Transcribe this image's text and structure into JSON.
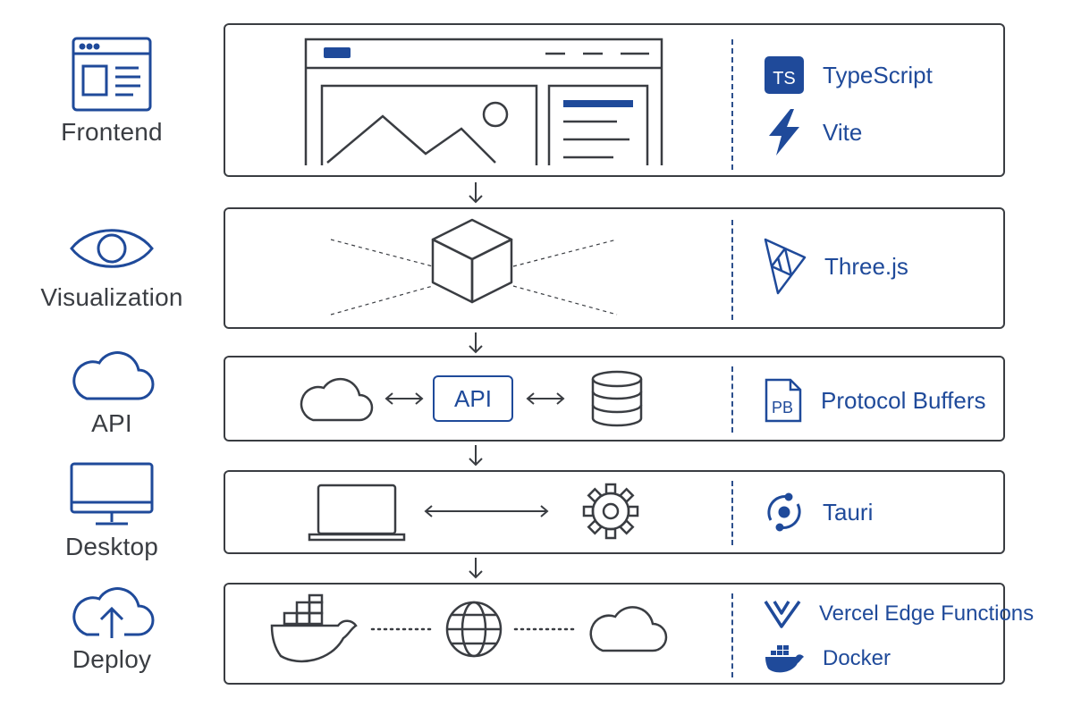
{
  "layers": {
    "frontend": {
      "label": "Frontend",
      "techs": [
        {
          "name": "TypeScript",
          "badge": "TS",
          "icon": "typescript-logo-icon"
        },
        {
          "name": "Vite",
          "icon": "lightning-bolt-icon"
        }
      ]
    },
    "visualization": {
      "label": "Visualization",
      "techs": [
        {
          "name": "Three.js",
          "icon": "threejs-logo-icon"
        }
      ]
    },
    "api": {
      "label": "API",
      "center_label": "API",
      "techs": [
        {
          "name": "Protocol Buffers",
          "badge": "PB",
          "icon": "protobuf-file-icon"
        }
      ]
    },
    "desktop": {
      "label": "Desktop",
      "techs": [
        {
          "name": "Tauri",
          "icon": "tauri-logo-icon"
        }
      ]
    },
    "deploy": {
      "label": "Deploy",
      "techs": [
        {
          "name": "Vercel Edge Functions",
          "icon": "vercel-logo-icon"
        },
        {
          "name": "Docker",
          "icon": "docker-whale-icon"
        }
      ]
    }
  },
  "colors": {
    "accent": "#1f4a9a",
    "line": "#3a3d42"
  }
}
